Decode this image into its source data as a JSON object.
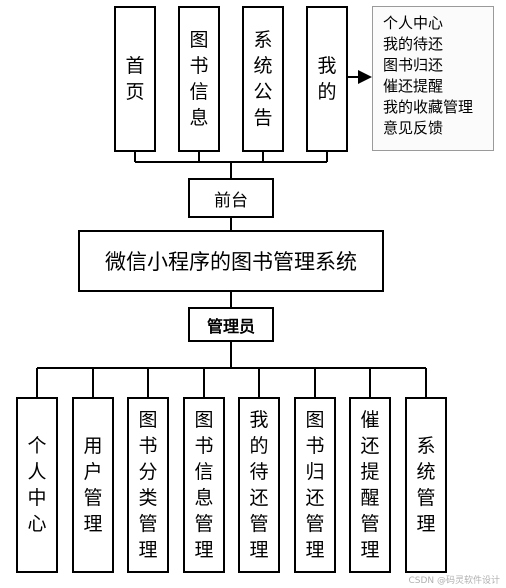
{
  "front_nav": [
    "首页",
    "图书信息",
    "系统公告",
    "我的"
  ],
  "my_menu": [
    "个人中心",
    "我的待还",
    "图书归还",
    "催还提醒",
    "我的收藏管理",
    "意见反馈"
  ],
  "frontend_label": "前台",
  "system_title": "微信小程序的图书管理系统",
  "admin_label": "管理员",
  "admin_modules": [
    "个人中心",
    "用户管理",
    "图书分类管理",
    "图书信息管理",
    "我的待还管理",
    "图书归还管理",
    "催还提醒管理",
    "系统管理"
  ],
  "watermark": "CSDN @码灵软件设计"
}
